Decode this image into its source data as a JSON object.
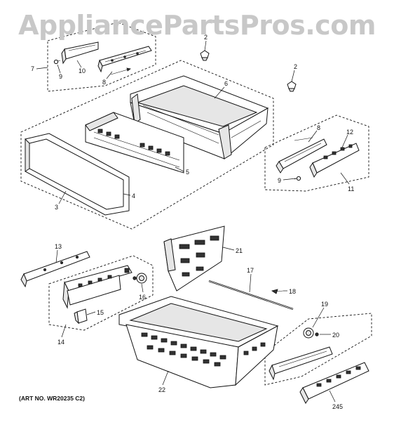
{
  "watermark": "AppliancePartsPros.com",
  "art_number": "(ART NO. WR20235 C2)",
  "callouts": {
    "c7": "7",
    "c9a": "9",
    "c10": "10",
    "c8a": "8",
    "c2a": "2",
    "c2b": "2",
    "c6": "6",
    "c5": "5",
    "c4": "4",
    "c3": "3",
    "c8b": "8",
    "c12": "12",
    "c9b": "9",
    "c11": "11",
    "c13": "13",
    "c21": "21",
    "c17": "17",
    "c18": "18",
    "c16": "16",
    "c15": "15",
    "c14": "14",
    "c19": "19",
    "c20": "20",
    "c22": "22",
    "c245": "245"
  }
}
